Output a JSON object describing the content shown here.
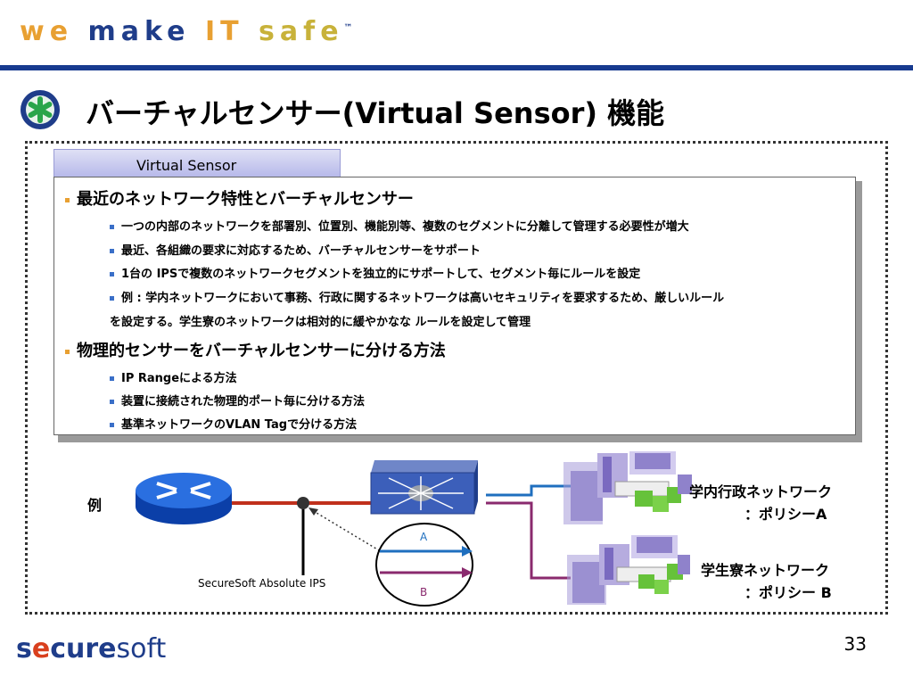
{
  "banner": {
    "title_parts": [
      "we ",
      "make ",
      "IT ",
      "safe",
      "™"
    ]
  },
  "title": "バーチャルセンサー(Virtual Sensor) 機能",
  "tab_label": "Virtual Sensor",
  "sections": [
    {
      "heading": "最近のネットワーク特性とバーチャルセンサー",
      "items": [
        "一つの内部のネットワークを部署別、位置別、機能別等、複数のセグメントに分離して管理する必要性が増大",
        "最近、各組織の要求に対応するため、バーチャルセンサーをサポート",
        "1台の IPSで複数のネットワークセグメントを独立的にサポートして、セグメント毎にルールを設定",
        "例 : 学内ネットワークにおいて事務、行政に関するネットワークは高いセキュリティを要求するため、厳しいルール"
      ],
      "continuation": "を設定する。学生寮のネットワークは相対的に緩やかなな ルールを設定して管理"
    },
    {
      "heading": "物理的センサーをバーチャルセンサーに分ける方法",
      "items": [
        "IP Rangeによる方法",
        "装置に接続された物理的ポート毎に分ける方法",
        "基準ネットワークのVLAN Tagで分ける方法"
      ]
    }
  ],
  "diagram": {
    "example_label": "例",
    "ips_label": "SecureSoft Absolute IPS",
    "arrow_a": "A",
    "arrow_b": "B",
    "network_admin": "学内行政ネットワーク",
    "network_admin_policy": "：ポリシーA",
    "network_dorm": "学生寮ネットワーク",
    "network_dorm_policy": "：ポリシー B"
  },
  "footer": {
    "logo_parts": [
      "s",
      "e",
      "cure",
      "soft"
    ],
    "page_number": "33"
  },
  "colors": {
    "banner_rule": "#173a8f",
    "accent_orange": "#e8a032",
    "bullet_blue": "#3a6fc8",
    "line_red": "#c0301c",
    "line_blue": "#1f6fbf",
    "line_purple": "#8a2a6e"
  }
}
